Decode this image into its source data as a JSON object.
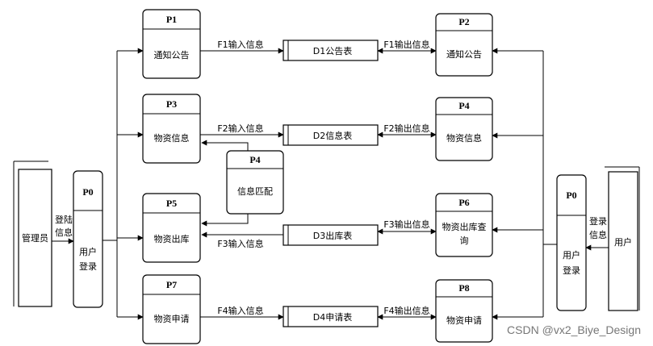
{
  "entities": {
    "admin": {
      "label": "管理员"
    },
    "user": {
      "label": "用户"
    }
  },
  "edge_labels": {
    "admin_login": [
      "登陆",
      "信息"
    ],
    "user_login": [
      "登录",
      "信息"
    ]
  },
  "processes": {
    "p0_left": {
      "id": "P0",
      "label": [
        "用户",
        "登录"
      ]
    },
    "p0_right": {
      "id": "P0",
      "label": [
        "用户",
        "登录"
      ]
    },
    "p1": {
      "id": "P1",
      "label": [
        "通知公告"
      ]
    },
    "p2": {
      "id": "P2",
      "label": [
        "通知公告"
      ]
    },
    "p3": {
      "id": "P3",
      "label": [
        "物资信息"
      ]
    },
    "p4_center": {
      "id": "P4",
      "label": [
        "信息匹配"
      ]
    },
    "p4_right": {
      "id": "P4",
      "label": [
        "物资信息"
      ]
    },
    "p5": {
      "id": "P5",
      "label": [
        "物资出库"
      ]
    },
    "p6": {
      "id": "P6",
      "label": [
        "物资出库查",
        "询"
      ]
    },
    "p7": {
      "id": "P7",
      "label": [
        "物资申请"
      ]
    },
    "p8": {
      "id": "P8",
      "label": [
        "物资申请"
      ]
    }
  },
  "stores": {
    "d1": {
      "label": "D1公告表"
    },
    "d2": {
      "label": "D2信息表"
    },
    "d3": {
      "label": "D3出库表"
    },
    "d4": {
      "label": "D4申请表"
    }
  },
  "flows": {
    "f1_in": "F1输入信息",
    "f1_out": "F1输出信息",
    "f2_in": "F2输入信息",
    "f2_out": "F2输出信息",
    "f3_in": "F3输入信息",
    "f3_out": "F3输出信息",
    "f4_in": "F4输入信息",
    "f4_out": "F4输出信息"
  },
  "watermark": "CSDN @vx2_Biye_Design"
}
